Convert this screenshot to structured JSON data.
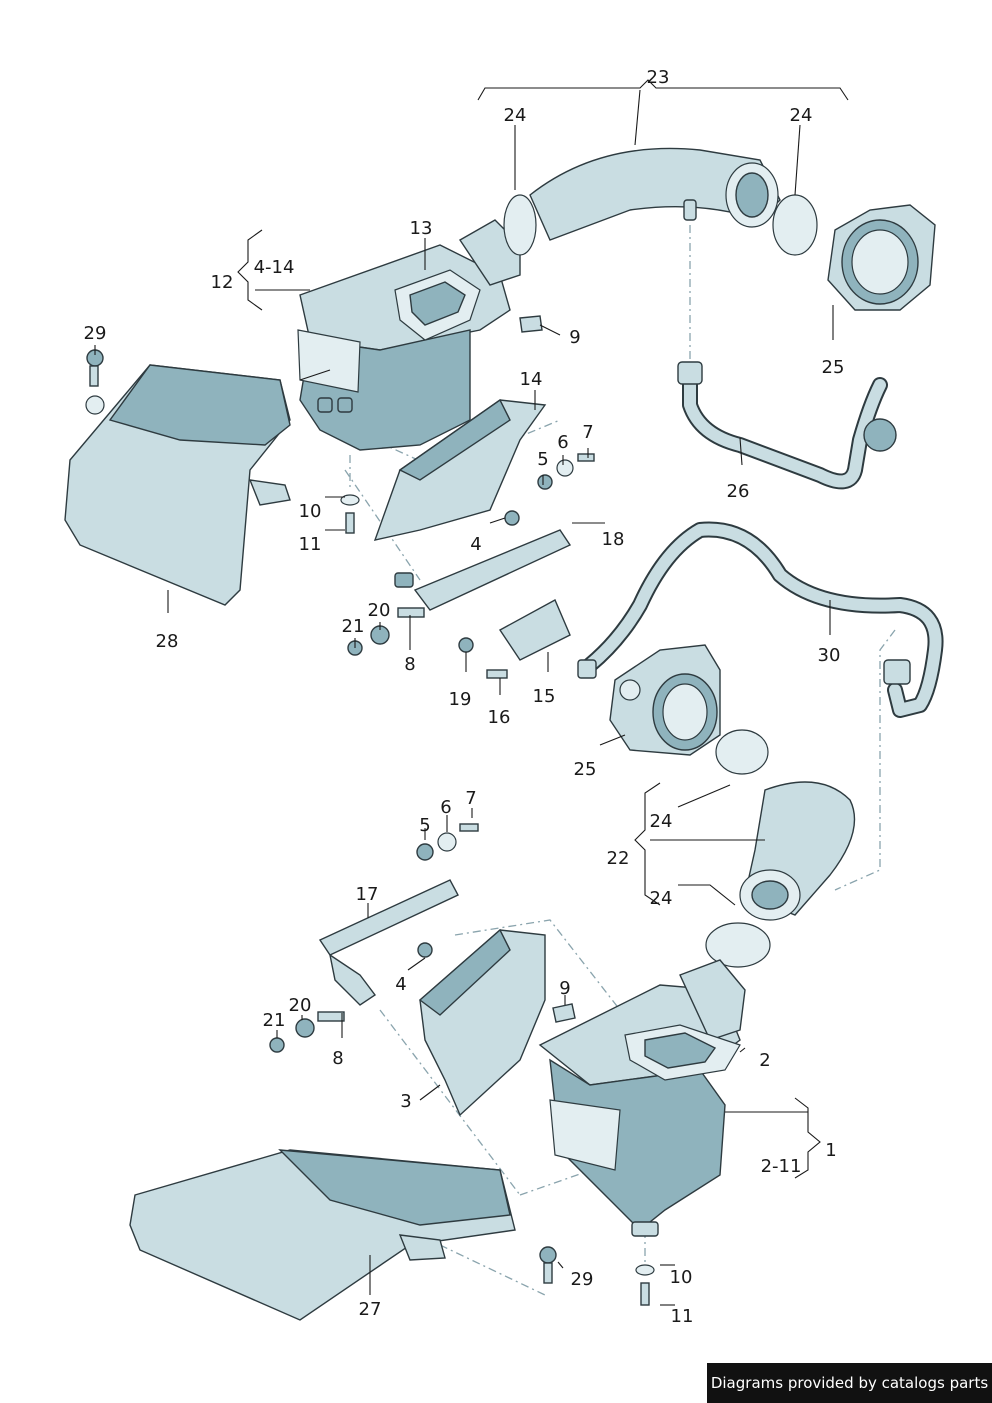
{
  "callouts": {
    "c1": "1",
    "c2": "2",
    "c2_11": "2-11",
    "c3": "3",
    "c4a": "4",
    "c4b": "4",
    "c4_14": "4-14",
    "c5a": "5",
    "c5b": "5",
    "c6a": "6",
    "c6b": "6",
    "c7a": "7",
    "c7b": "7",
    "c8a": "8",
    "c8b": "8",
    "c9a": "9",
    "c9b": "9",
    "c10a": "10",
    "c10b": "10",
    "c11a": "11",
    "c11b": "11",
    "c12": "12",
    "c13": "13",
    "c14": "14",
    "c15": "15",
    "c16": "16",
    "c17": "17",
    "c18": "18",
    "c19": "19",
    "c20a": "20",
    "c20b": "20",
    "c21a": "21",
    "c21b": "21",
    "c22": "22",
    "c23": "23",
    "c24a": "24",
    "c24b": "24",
    "c24c": "24",
    "c24d": "24",
    "c25a": "25",
    "c25b": "25",
    "c26": "26",
    "c27": "27",
    "c28": "28",
    "c29a": "29",
    "c29b": "29",
    "c30": "30"
  },
  "credit": "Diagrams provided by catalogs parts",
  "colors": {
    "part_fill": "#c9dde2",
    "part_outline": "#2e3b40",
    "credit_bg": "#111111"
  }
}
